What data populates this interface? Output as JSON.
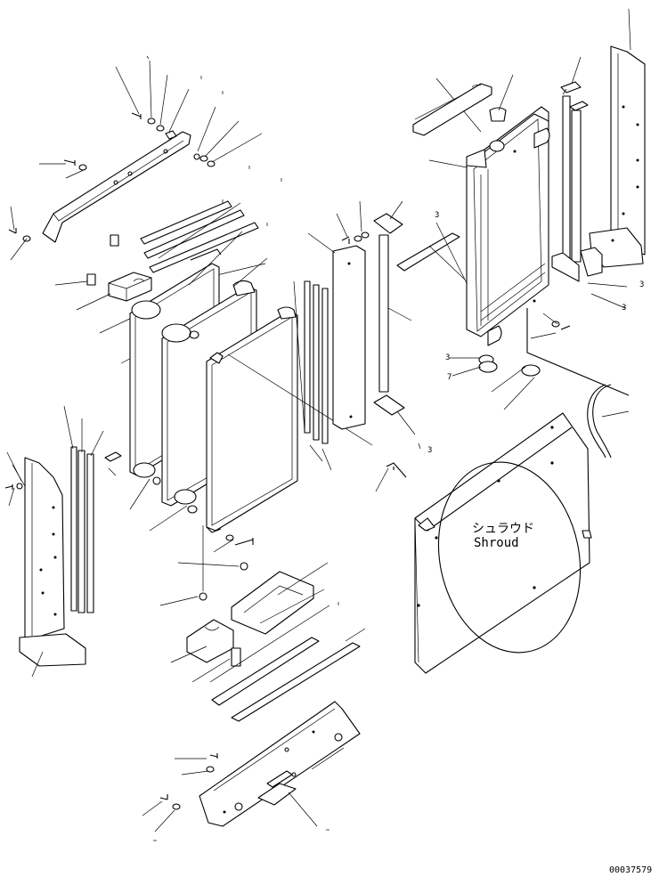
{
  "diagram": {
    "shroud_label_jp": "シュラウド",
    "shroud_label_en": "Shroud",
    "drawing_number": "00037579",
    "callout_numbers": {
      "c3a": "3",
      "c3b": "3",
      "c3c": "3",
      "c3d": "3",
      "c3e": "3",
      "c7": "7"
    }
  }
}
